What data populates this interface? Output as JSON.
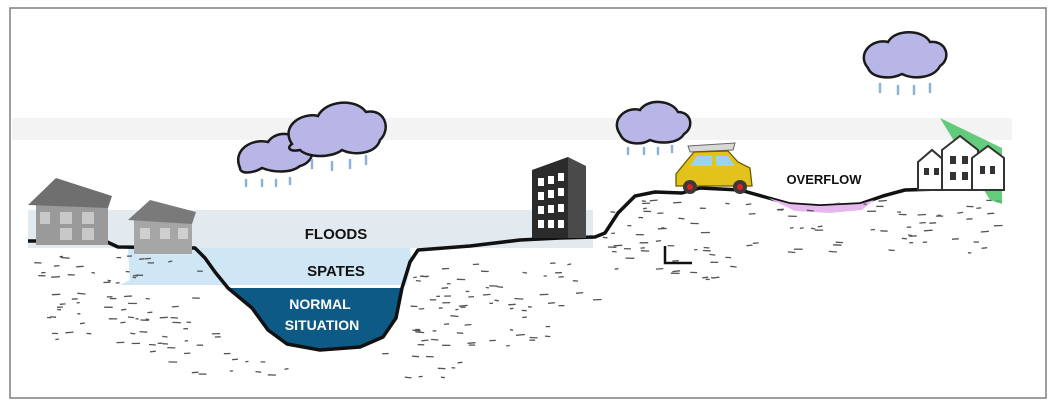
{
  "labels": {
    "floods": "FLOODS",
    "spates": "SPATES",
    "normal_line1": "NORMAL",
    "normal_line2": "SITUATION",
    "overflow": "OVERFLOW"
  },
  "colors": {
    "frame": "#7f7f7f",
    "ground_line": "#111111",
    "flood_band": "#dde6ec",
    "spate_water": "#cfe7f5",
    "normal_water": "#0d5a86",
    "overflow_water": "#e6b8ee",
    "cloud_fill": "#b8b6e6",
    "rain": "#8db3d8",
    "car": "#e4c21c",
    "house": "#9a9a9a",
    "building": "#2b2b2b",
    "hedge": "#3fbf5e"
  },
  "icons": [
    "cloud-icon",
    "house-icon",
    "office-building-icon",
    "car-icon",
    "townhouse-icon",
    "rain-icon"
  ]
}
